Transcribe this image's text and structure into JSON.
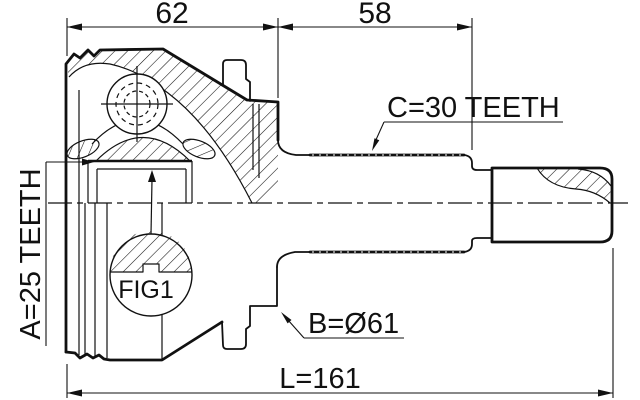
{
  "drawing": {
    "type": "cv-joint-outer-race-technical-drawing",
    "dimensions": {
      "top_left": "62",
      "top_right": "58",
      "overall_length": "L=161",
      "body_diameter": "B=Ø61",
      "inner_teeth": "A=25 TEETH",
      "outer_teeth": "C=30 TEETH"
    },
    "figure_label": "FIG1",
    "colors": {
      "line": "#111111",
      "background": "#ffffff"
    }
  }
}
